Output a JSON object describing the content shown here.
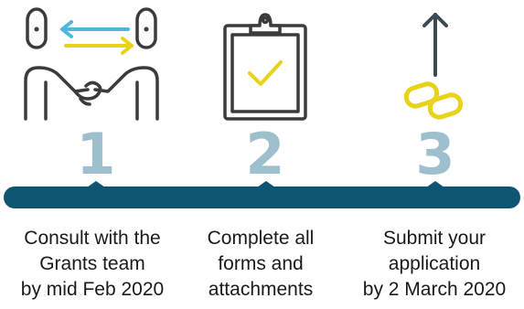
{
  "colors": {
    "navy": "#0e5571",
    "teal": "#2a8fa8",
    "outline": "#3b3b3b",
    "arrow_blue": "#4fb7df",
    "accent_yellow": "#e8d21a",
    "number_color": "#9ebfcd",
    "text": "#1a1a1a"
  },
  "icons": [
    "handshake-icon",
    "clipboard-check-icon",
    "upward-arrow-chain-link-icon"
  ],
  "steps": [
    {
      "number": "1",
      "caption_lines": [
        "Consult with the",
        "Grants team",
        "by mid Feb 2020"
      ]
    },
    {
      "number": "2",
      "caption_lines": [
        "Complete all",
        "forms and",
        "attachments"
      ]
    },
    {
      "number": "3",
      "caption_lines": [
        "Submit your",
        "application",
        "by 2 March 2020"
      ]
    }
  ]
}
